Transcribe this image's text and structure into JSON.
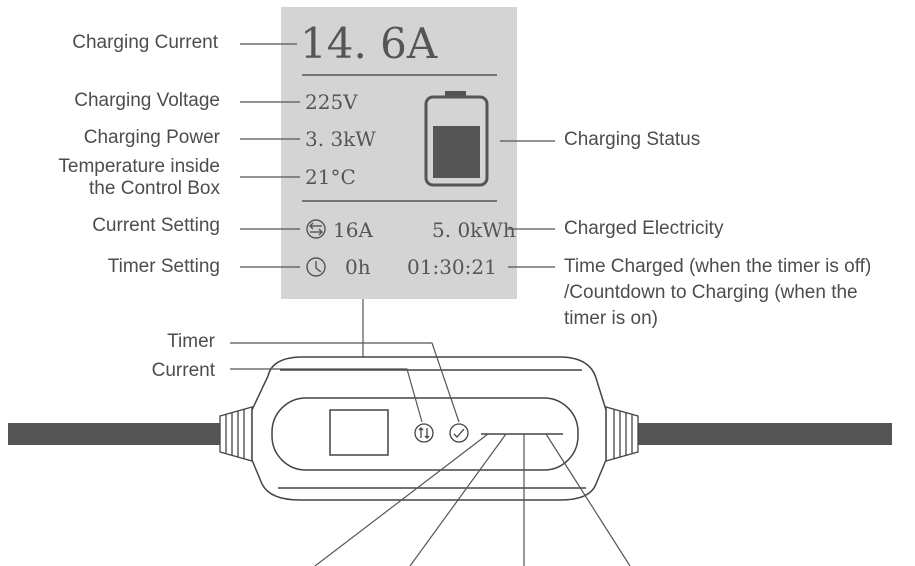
{
  "labels": {
    "charging_current": "Charging Current",
    "charging_voltage": "Charging Voltage",
    "charging_power": "Charging Power",
    "temperature_line1": "Temperature inside",
    "temperature_line2": "the Control Box",
    "current_setting": "Current Setting",
    "timer_setting": "Timer Setting",
    "charging_status": "Charging Status",
    "charged_electricity": "Charged Electricity",
    "time_charged_line1": "Time Charged (when the timer is off)",
    "time_charged_line2": "/Countdown to Charging (when the",
    "time_charged_line3": "timer is on)",
    "timer_button": "Timer",
    "current_button": "Current"
  },
  "display": {
    "current": "14. 6A",
    "voltage": "225V",
    "power": "3. 3kW",
    "temperature": "21°C",
    "current_setting": "16A",
    "energy": "5. 0kWh",
    "timer": "0h",
    "time": "01:30:21"
  },
  "icons": [
    "battery-icon",
    "current-setting-icon",
    "clock-icon",
    "current-button-icon",
    "timer-button-icon"
  ],
  "colors": {
    "lcd_background": "#d4d4d4",
    "device_body": "#ffffff",
    "cable": "#555555"
  }
}
